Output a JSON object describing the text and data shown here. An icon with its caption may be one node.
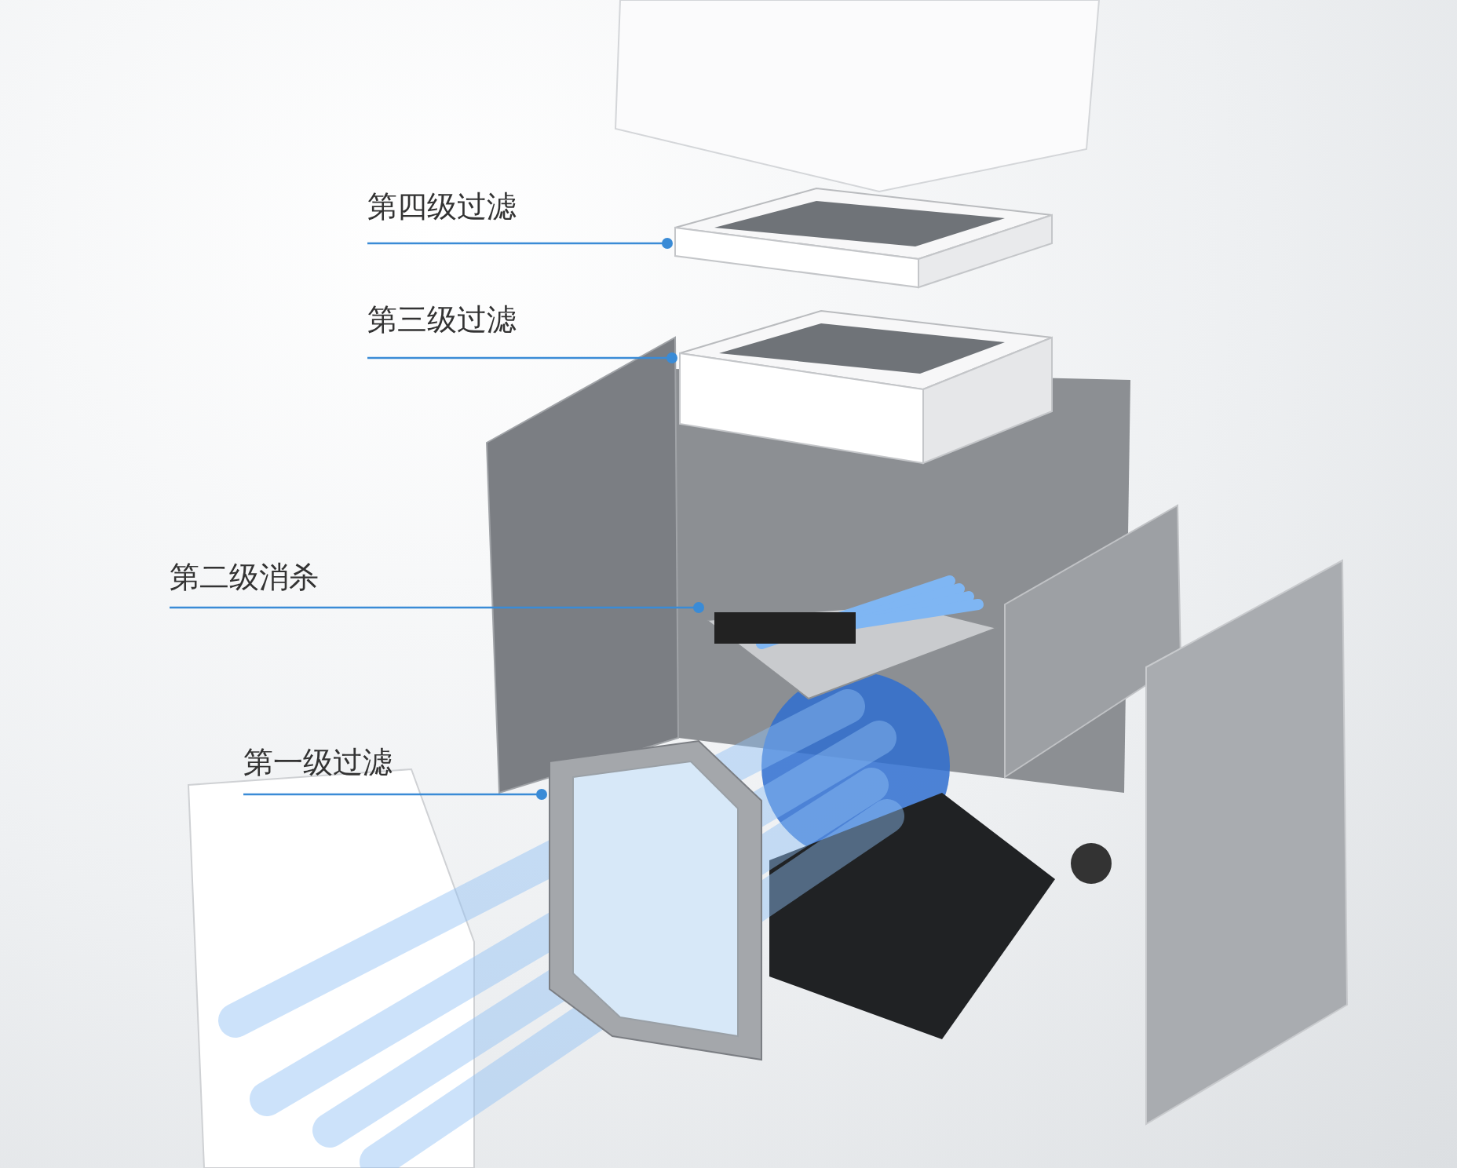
{
  "diagram": {
    "nodes": [
      {
        "text": [
          "第四级过滤"
        ]
      },
      {
        "text": [],
        "shape": "picture"
      },
      {
        "text": [
          "第三级过滤"
        ]
      },
      {
        "text": [],
        "shape": "picture"
      },
      {
        "text": [
          "第二级消杀"
        ]
      },
      {
        "text": [],
        "shape": "picture"
      },
      {
        "text": [
          "第一级过滤"
        ]
      },
      {
        "text": [],
        "shape": "picture"
      }
    ],
    "edges": [
      {
        "from": 0,
        "to": 1,
        "arrow": "other"
      },
      {
        "from": 2,
        "to": 3,
        "arrow": "other"
      },
      {
        "from": 4,
        "to": 5,
        "arrow": "other"
      },
      {
        "from": 6,
        "to": 7,
        "arrow": "other"
      }
    ]
  }
}
